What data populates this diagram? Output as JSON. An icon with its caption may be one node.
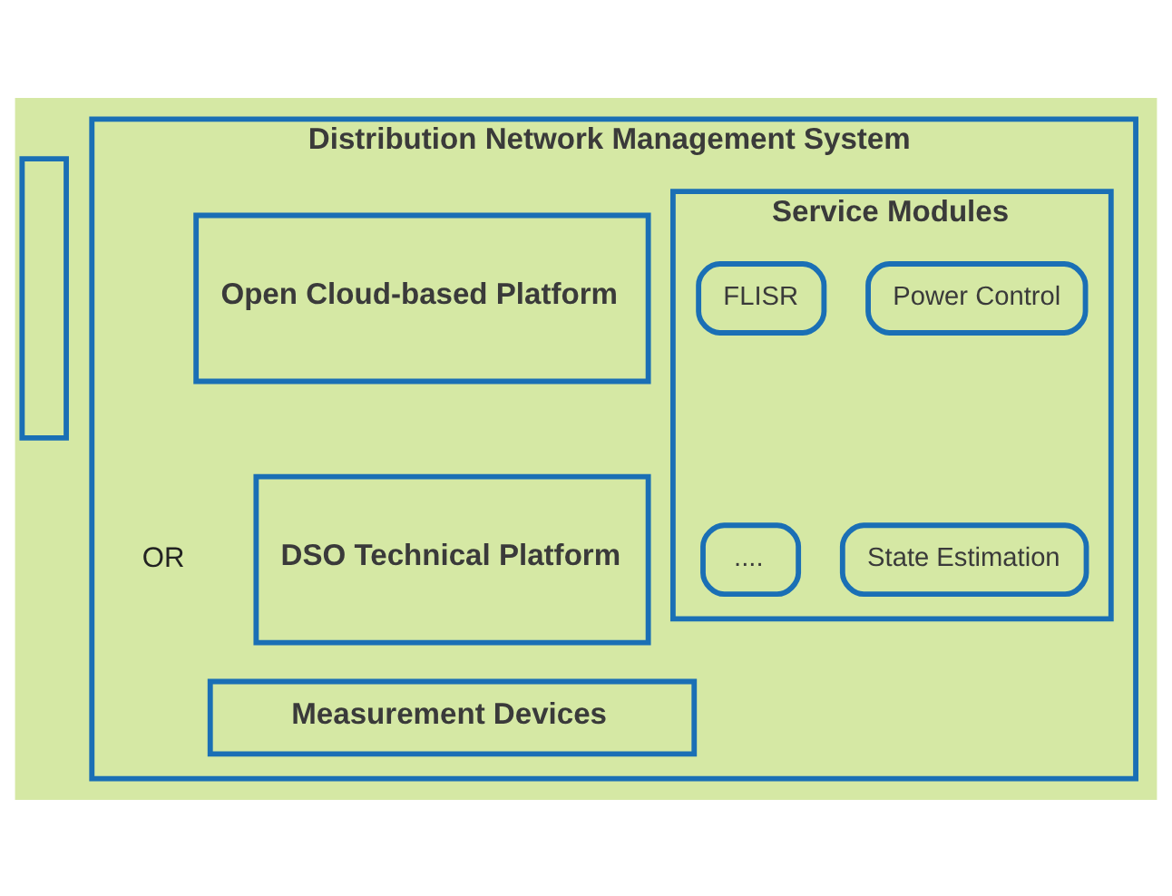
{
  "diagram": {
    "nodes": [
      {
        "text": [],
        "shape": "box"
      },
      {
        "text": [
          "Distribution Network Management System"
        ]
      },
      {
        "text": [
          "Open Cloud-based Platform"
        ],
        "in": 1
      },
      {
        "text": [
          "DSO Technical Platform"
        ],
        "in": 1
      },
      {
        "text": [
          "Service Modules"
        ],
        "in": 1
      },
      {
        "text": [
          "Power Control"
        ],
        "in": 4
      },
      {
        "text": [
          "FLISR"
        ],
        "in": 4
      },
      {
        "text": [
          "State Estimation"
        ],
        "in": 4
      },
      {
        "text": [
          "...."
        ],
        "in": 4
      },
      {
        "text": [
          "Measurement Devices"
        ],
        "in": 1
      }
    ],
    "edges": [],
    "labels": [
      "OR"
    ]
  }
}
